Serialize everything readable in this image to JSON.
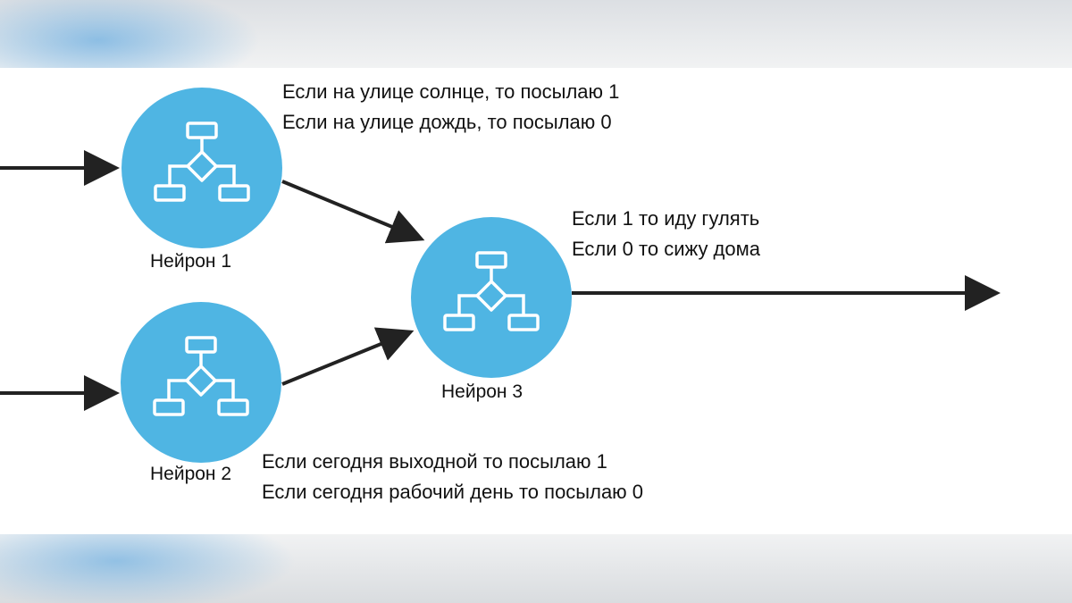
{
  "colors": {
    "node_fill": "#4fb5e3",
    "node_icon": "#ffffff",
    "arrow": "#222222",
    "text": "#111111"
  },
  "nodes": [
    {
      "id": "neuron-1",
      "label": "Нейрон 1",
      "icon": "flowchart-icon"
    },
    {
      "id": "neuron-2",
      "label": "Нейрон 2",
      "icon": "flowchart-icon"
    },
    {
      "id": "neuron-3",
      "label": "Нейрон 3",
      "icon": "flowchart-icon"
    }
  ],
  "captions": {
    "neuron1": [
      "Если на улице солнце, то посылаю 1",
      "Если на улице дождь, то посылаю 0"
    ],
    "neuron3": [
      "Если 1 то иду гулять",
      "Если 0 то сижу дома"
    ],
    "neuron2": [
      "Если сегодня выходной то посылаю 1",
      "Если сегодня рабочий день то посылаю 0"
    ]
  },
  "edges": [
    {
      "from": "input-1",
      "to": "neuron-1"
    },
    {
      "from": "input-2",
      "to": "neuron-2"
    },
    {
      "from": "neuron-1",
      "to": "neuron-3"
    },
    {
      "from": "neuron-2",
      "to": "neuron-3"
    },
    {
      "from": "neuron-3",
      "to": "output"
    }
  ]
}
